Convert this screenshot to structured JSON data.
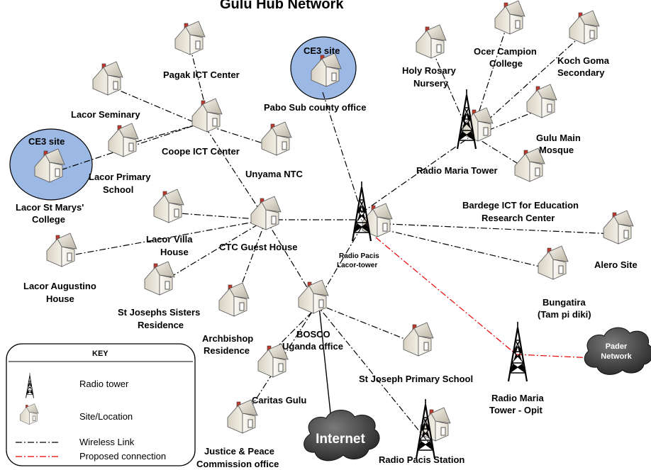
{
  "title": "Gulu Hub Network",
  "ce3_label": "CE3 site",
  "sites": {
    "pagak": "Pagak ICT Center",
    "lacor_seminary": "Lacor Seminary",
    "coope": "Coope ICT Center",
    "lacor_primary_1": "Lacor Primary",
    "lacor_primary_2": "School",
    "unyama": "Unyama NTC",
    "lacor_st_marys_1": "Lacor St Marys'",
    "lacor_st_marys_2": "College",
    "pabo": "Pabo Sub county office",
    "holy_rosary_1": "Holy Rosary",
    "holy_rosary_2": "Nursery",
    "ocer_1": "Ocer Campion",
    "ocer_2": "College",
    "koch_1": "Koch Goma",
    "koch_2": "Secondary",
    "gulu_mosque_1": "Gulu Main",
    "gulu_mosque_2": "Mosque",
    "bardege_1": "Bardege ICT for Education",
    "bardege_2": "Research Center",
    "lacor_villa_1": "Lacor Villa",
    "lacor_villa_2": "House",
    "ctc": "CTC Guest House",
    "lacor_augustino_1": "Lacor Augustino",
    "lacor_augustino_2": "House",
    "st_josephs_sisters_1": "St Josephs Sisters",
    "st_josephs_sisters_2": "Residence",
    "archbishop_1": "Archbishop",
    "archbishop_2": "Residence",
    "bosco_1": "BOSCO",
    "bosco_2": "Uganda office",
    "alero": "Alero Site",
    "bungatira_1": "Bungatira",
    "bungatira_2": "(Tam pi diki)",
    "st_joseph_primary": "St Joseph Primary School",
    "caritas": "Caritas Gulu",
    "justice_1": "Justice & Peace",
    "justice_2": "Commission office"
  },
  "towers": {
    "radio_maria": "Radio Maria Tower",
    "radio_pacis_1": "Radio Pacis",
    "radio_pacis_2": "Lacor-tower",
    "radio_maria_opit_1": "Radio Maria",
    "radio_maria_opit_2": "Tower - Opit",
    "radio_pacis_station": "Radio Pacis Station"
  },
  "clouds": {
    "pader_1": "Pader",
    "pader_2": "Network",
    "internet": "Internet"
  },
  "key": {
    "heading": "KEY",
    "radio_tower": "Radio tower",
    "site_location": "Site/Location",
    "wireless_link": "Wireless Link",
    "proposed_connection": "Proposed connection"
  },
  "colors": {
    "ce3_fill": "#9cb8e4",
    "proposed": "#e00000",
    "cloud": "#2a2a2a"
  }
}
